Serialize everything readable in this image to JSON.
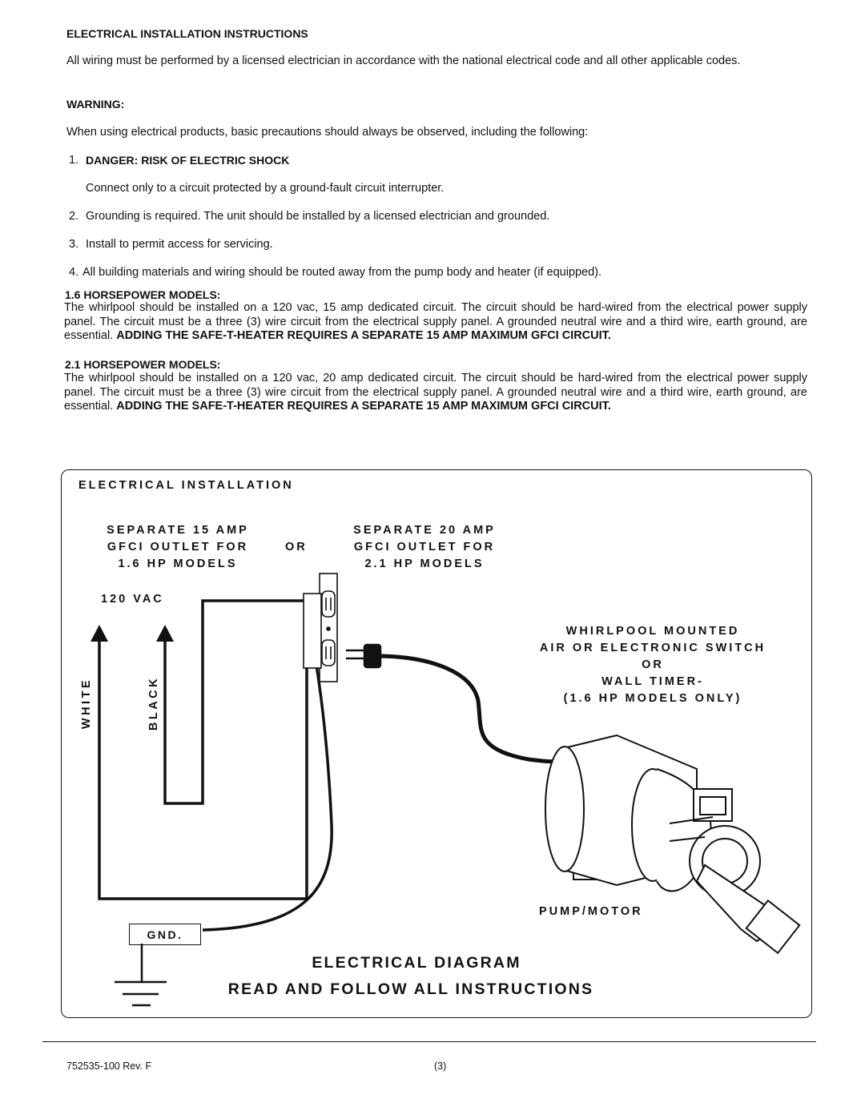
{
  "section": {
    "title": "ELECTRICAL INSTALLATION INSTRUCTIONS",
    "intro": "All wiring must be performed by a licensed electrician in accordance with the national electrical code and all other applicable codes.",
    "warning_label": "WARNING:",
    "warning_text": "When using electrical products, basic precautions should always be observed, including the following:",
    "items": [
      {
        "num": "1.",
        "title": "DANGER:  RISK OF ELECTRIC SHOCK",
        "text": "Connect only to a circuit protected by a ground-fault circuit interrupter."
      },
      {
        "num": "2.",
        "text": "Grounding is required.  The unit should be installed by a licensed electrician and grounded."
      },
      {
        "num": "3.",
        "text": "Install to permit access for servicing."
      },
      {
        "num": "4.",
        "text": "All building materials and wiring should be routed away from the pump body and heater (if equipped)."
      }
    ],
    "hp16": {
      "heading": "1.6 HORSEPOWER MODELS:",
      "text": "The whirlpool should be installed on a 120 vac, 15 amp dedicated circuit.  The circuit should be hard-wired from the electrical power supply panel.  The circuit must be a three (3) wire circuit from the electrical supply panel.  A grounded neutral wire and a third wire, earth ground, are essential. ",
      "bold": "ADDING THE SAFE-T-HEATER REQUIRES A SEPARATE 15 AMP MAXIMUM GFCI CIRCUIT."
    },
    "hp21": {
      "heading": "2.1 HORSEPOWER MODELS:",
      "text": "The whirlpool should be installed on a 120 vac, 20 amp dedicated circuit. The circuit should be hard-wired from the electrical power supply panel. The circuit must be a three (3) wire circuit from the electrical supply panel. A grounded neutral wire and a third wire, earth ground, are essential. ",
      "bold": "ADDING THE SAFE-T-HEATER REQUIRES A SEPARATE 15 AMP MAXIMUM GFCI CIRCUIT."
    }
  },
  "diagram": {
    "box_title": "ELECTRICAL INSTALLATION",
    "left_outlet": [
      "SEPARATE 15 AMP",
      "GFCI OUTLET FOR",
      "1.6 HP MODELS"
    ],
    "or": "OR",
    "right_outlet": [
      "SEPARATE 20 AMP",
      "GFCI OUTLET FOR",
      "2.1 HP MODELS"
    ],
    "vac": "120 VAC",
    "white": "WHITE",
    "black": "BLACK",
    "switch": [
      "WHIRLPOOL MOUNTED",
      "AIR OR ELECTRONIC SWITCH",
      "OR",
      "WALL TIMER-",
      "(1.6 HP MODELS ONLY)"
    ],
    "pump": "PUMP/MOTOR",
    "gnd": "GND.",
    "caption1": "ELECTRICAL DIAGRAM",
    "caption2": "READ AND FOLLOW ALL INSTRUCTIONS"
  },
  "footer": {
    "doc_number": "752535-100 Rev. F",
    "page": "(3)"
  }
}
